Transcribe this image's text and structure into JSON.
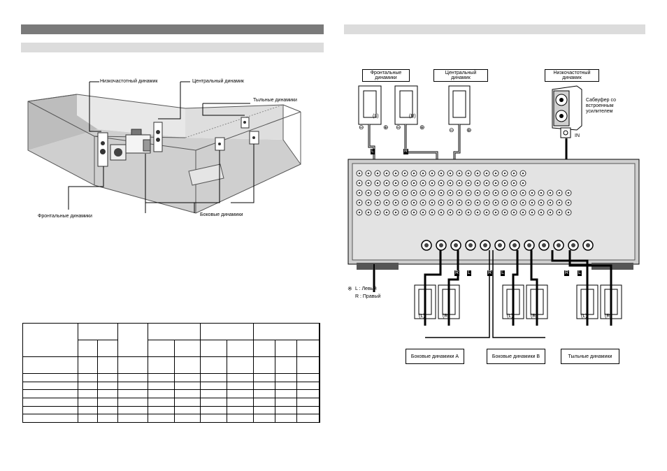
{
  "left_page": {
    "room_labels": {
      "subwoofer": "Низкочастотный динамик",
      "center": "Центральный динамик",
      "rear": "Тыльные динамики",
      "front": "Фронтальные динамики",
      "side": "Боковые динамики"
    }
  },
  "right_page": {
    "top_labels": {
      "front": "Фронтальные динамики",
      "center": "Центральный динамик",
      "subwoofer": "Низкочастотный динамик",
      "sub_desc": "Сабвуфер со встроенным усилителем"
    },
    "channel_letters": {
      "left": "(L)",
      "right": "(R)"
    },
    "polarity": {
      "minus": "⊖",
      "plus": "⊕"
    },
    "legend": {
      "mark": "※",
      "l_line": "L : Левый",
      "r_line": "R : Правый"
    },
    "bottom_labels": {
      "side_a": "Боковые динамики A",
      "side_b": "Боковые динамики B",
      "rear": "Тыльные динамики"
    },
    "terminal_tags": [
      "L",
      "R",
      "R",
      "L",
      "R",
      "L",
      "R",
      "L"
    ],
    "input_tag": "IN"
  },
  "icons": {
    "page_corner": "page-corner-icon"
  }
}
